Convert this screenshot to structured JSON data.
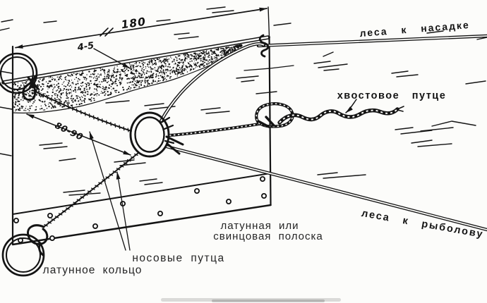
{
  "diagram": {
    "labels": {
      "line_to_bait": "леса к насадке",
      "tail_leash": "хвостовое путце",
      "line_to_angler": "леса к рыболову",
      "strip_line1": "латунная или",
      "strip_line2": "свинцовая полоска",
      "nose_leashes": "носовые путца",
      "brass_ring": "латунное кольцо"
    },
    "dimensions": {
      "board_length": "180",
      "board_thickness": "4-5",
      "nose_leash_length": "80-90"
    },
    "colors": {
      "ink": "#141414",
      "paper": "#fcfcfa"
    }
  }
}
